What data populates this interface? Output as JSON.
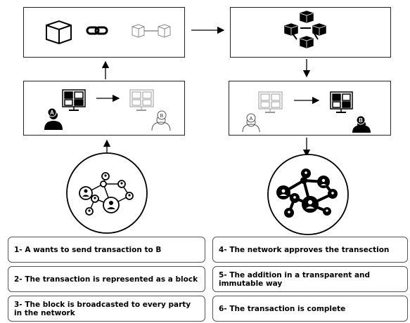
{
  "steps": {
    "s1": "1- A wants to send transaction to B",
    "s2": "2- The transaction is represented as a block",
    "s3": "3- The block is broadcasted to every party in the network",
    "s4": "4- The network approves the transection",
    "s5": "5- The addition in a transparent and immutable way",
    "s6": "6- The transaction is complete"
  },
  "badges": {
    "a": "A",
    "b": "B"
  },
  "icons": [
    "cube-icon",
    "chain-link-icon",
    "linked-blocks-icon",
    "blockchain-network-icon",
    "computer-icon",
    "person-icon",
    "network-graph-icon"
  ]
}
